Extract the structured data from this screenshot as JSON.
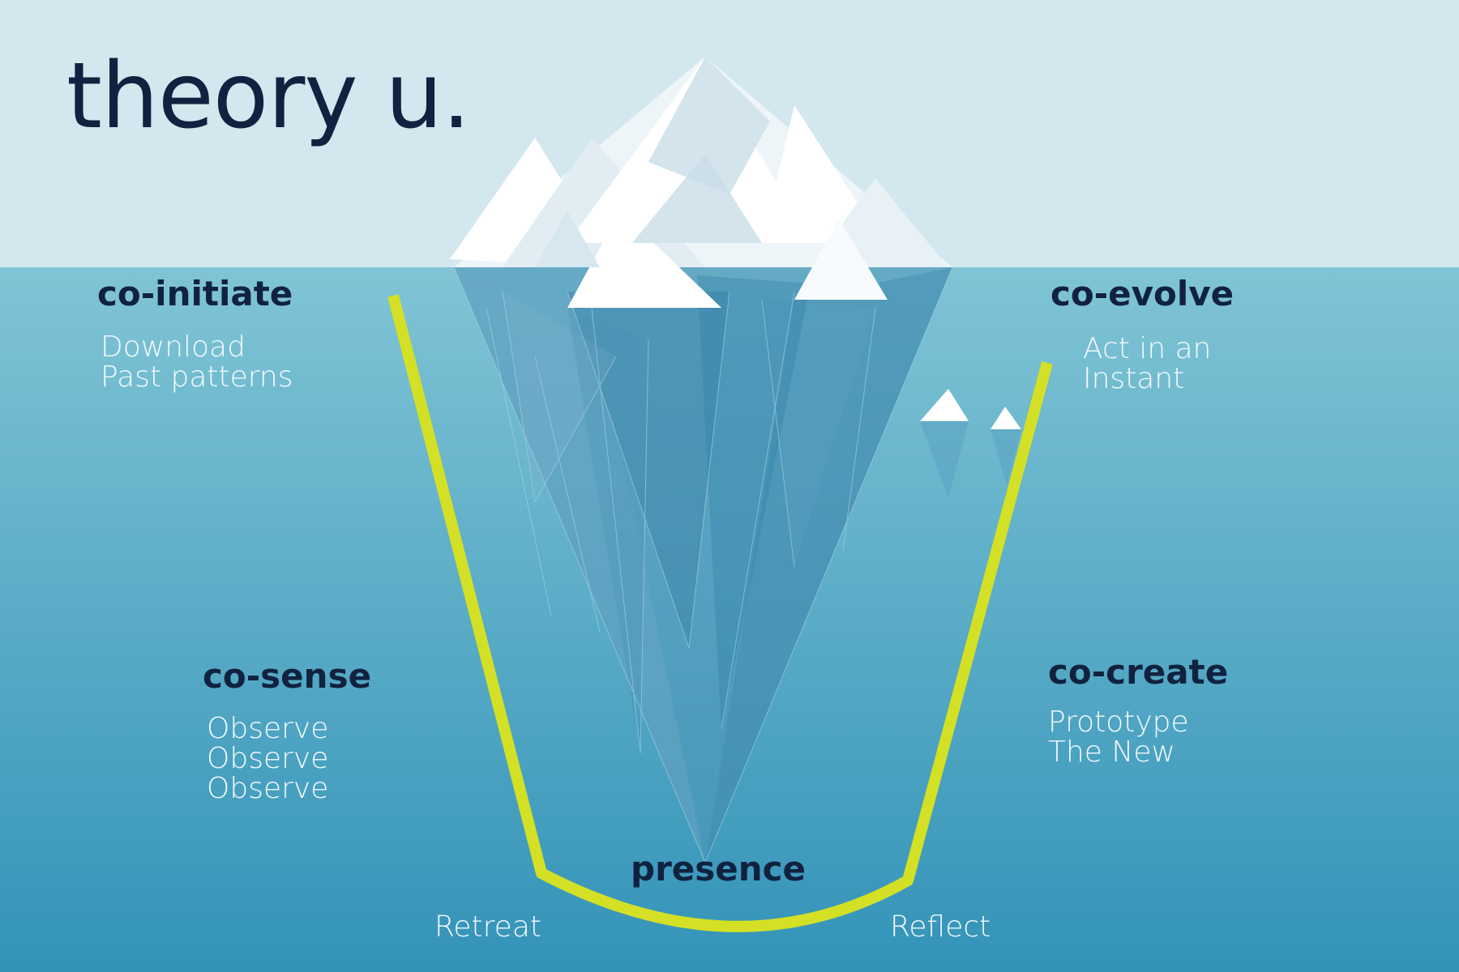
{
  "title": "theory u.",
  "colors": {
    "sky": "#d2e7ee",
    "water_top": "#7fc3d4",
    "water_bottom": "#3494b9",
    "u_curve": "#d4e025",
    "heading_text": "#10223f",
    "body_text": "#f4fafc"
  },
  "stages": {
    "co_initiate": {
      "heading": "co-initiate",
      "lines": [
        "Download",
        "Past patterns"
      ]
    },
    "co_sense": {
      "heading": "co-sense",
      "lines": [
        "Observe",
        "Observe",
        "Observe"
      ]
    },
    "presence": {
      "heading": "presence"
    },
    "co_create": {
      "heading": "co-create",
      "lines": [
        "Prototype",
        "The New"
      ]
    },
    "co_evolve": {
      "heading": "co-evolve",
      "lines": [
        "Act in an",
        "Instant"
      ]
    }
  },
  "bottom_labels": {
    "left": "Retreat",
    "right": "Reflect"
  }
}
